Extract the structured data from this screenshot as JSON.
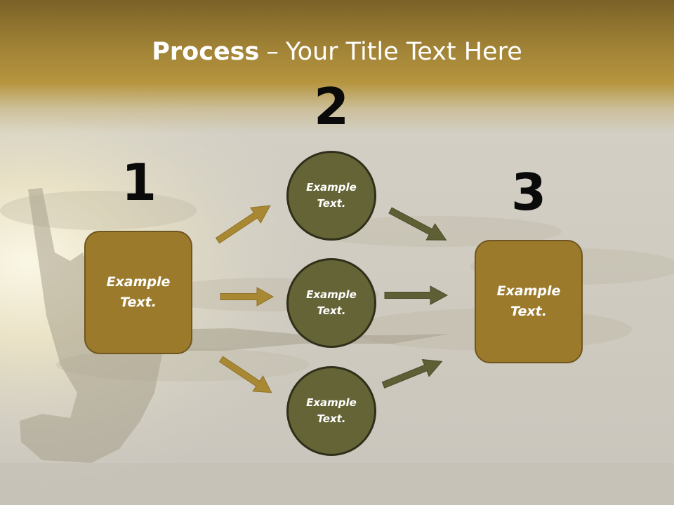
{
  "title": {
    "bold": "Process",
    "dash": "–",
    "rest": "Your Title Text Here"
  },
  "steps": {
    "one": "1",
    "two": "2",
    "three": "3"
  },
  "box_left": {
    "text": "Example Text."
  },
  "box_right": {
    "text": "Example Text."
  },
  "circles": [
    {
      "text": "Example Text."
    },
    {
      "text": "Example Text."
    },
    {
      "text": "Example Text."
    }
  ],
  "colors": {
    "gold": "#9b7a2c",
    "olive": "#646436",
    "arrow_gold": "#a98833",
    "arrow_olive": "#5f5f36"
  }
}
